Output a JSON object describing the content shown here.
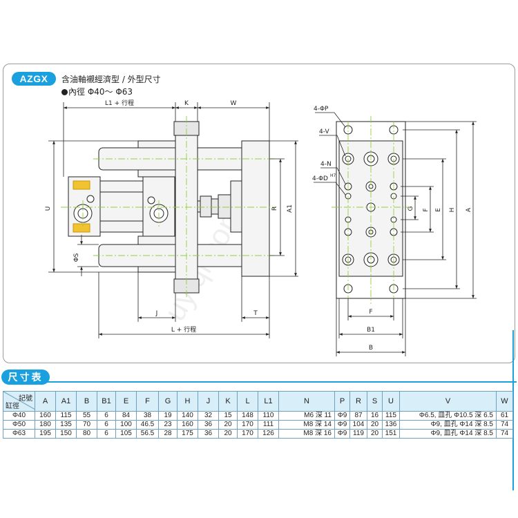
{
  "header": {
    "badge": "AZGX",
    "title": "含油軸襯經濟型 / 外型尺寸",
    "bore_range": "內徑  Φ40～ Φ63"
  },
  "watermark": "uyiqi.com",
  "drawing_labels": {
    "front": {
      "l1_stroke": "L1 + 行程",
      "k": "K",
      "w": "W",
      "u": "U",
      "r": "R",
      "a1": "A1",
      "s": "ΦS",
      "j": "J",
      "t": "T",
      "l_stroke": "L + 行程"
    },
    "side": {
      "p": "4-ΦP",
      "v": "4-V",
      "n": "4-N",
      "d": "4-ΦD",
      "d_sup": "H7",
      "g": "G",
      "f_v": "F",
      "e": "E",
      "h": "H",
      "a": "A",
      "f": "F",
      "b1": "B1",
      "b": "B"
    }
  },
  "table": {
    "title": "尺寸表",
    "corner_top": "記號",
    "corner_bottom": "缸徑",
    "columns": [
      "A",
      "A1",
      "B",
      "B1",
      "E",
      "F",
      "G",
      "H",
      "J",
      "K",
      "L",
      "L1",
      "N",
      "P",
      "R",
      "S",
      "U",
      "V",
      "W"
    ],
    "rows": [
      {
        "bore": "Φ40",
        "cells": [
          "160",
          "115",
          "55",
          "6",
          "84",
          "38",
          "19",
          "140",
          "32",
          "15",
          "148",
          "110",
          "M6 深 11",
          "Φ9",
          "87",
          "16",
          "115",
          "Φ6.5, 皿孔 Φ10.5 深 6.5",
          "61"
        ]
      },
      {
        "bore": "Φ50",
        "cells": [
          "180",
          "135",
          "70",
          "6",
          "100",
          "46.5",
          "23",
          "160",
          "36",
          "20",
          "170",
          "111",
          "M8 深 14",
          "Φ9",
          "104",
          "20",
          "136",
          "Φ9, 皿孔 Φ14 深 8.5",
          "74"
        ]
      },
      {
        "bore": "Φ63",
        "cells": [
          "195",
          "150",
          "80",
          "6",
          "105",
          "56.5",
          "28",
          "175",
          "36",
          "20",
          "170",
          "126",
          "M8 深 16",
          "Φ9",
          "119",
          "20",
          "151",
          "Φ9, 皿孔 Φ14 深 8.5",
          "74"
        ]
      }
    ]
  },
  "colors": {
    "accent": "#1aa0df",
    "header_fill": "#d8eef9",
    "part_fill": "#f4f4f4",
    "center_line": "#8ecf3c",
    "spring": "#f1c232"
  }
}
